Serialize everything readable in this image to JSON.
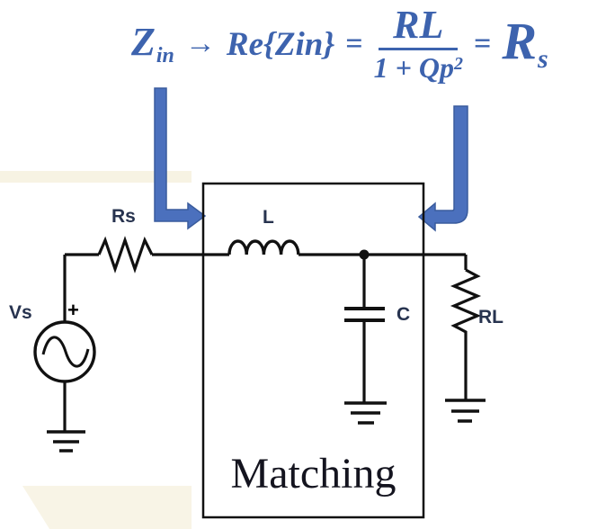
{
  "title": "L-match impedance matching network diagram",
  "formula": {
    "zin": "Z",
    "zin_sub": "in",
    "maps_to": "→",
    "re_term": "Re{Zin}",
    "eq1": "=",
    "numerator": "RL",
    "den_main": "1 + Qp",
    "den_exp": "2",
    "eq2": "=",
    "rs": "R",
    "rs_sub": "s"
  },
  "labels": {
    "source": "Vs",
    "plus": "+",
    "source_resistor": "Rs",
    "inductor": "L",
    "capacitor": "C",
    "load_resistor": "RL",
    "box_caption": "Matching"
  },
  "colors": {
    "formula_blue": "#3d63ae",
    "arrow_fill": "#4b70bd",
    "arrow_edge": "#3a5c9d",
    "label_navy": "#27334f",
    "wire_black": "#111111",
    "background_accent": "#f7f3e3"
  }
}
